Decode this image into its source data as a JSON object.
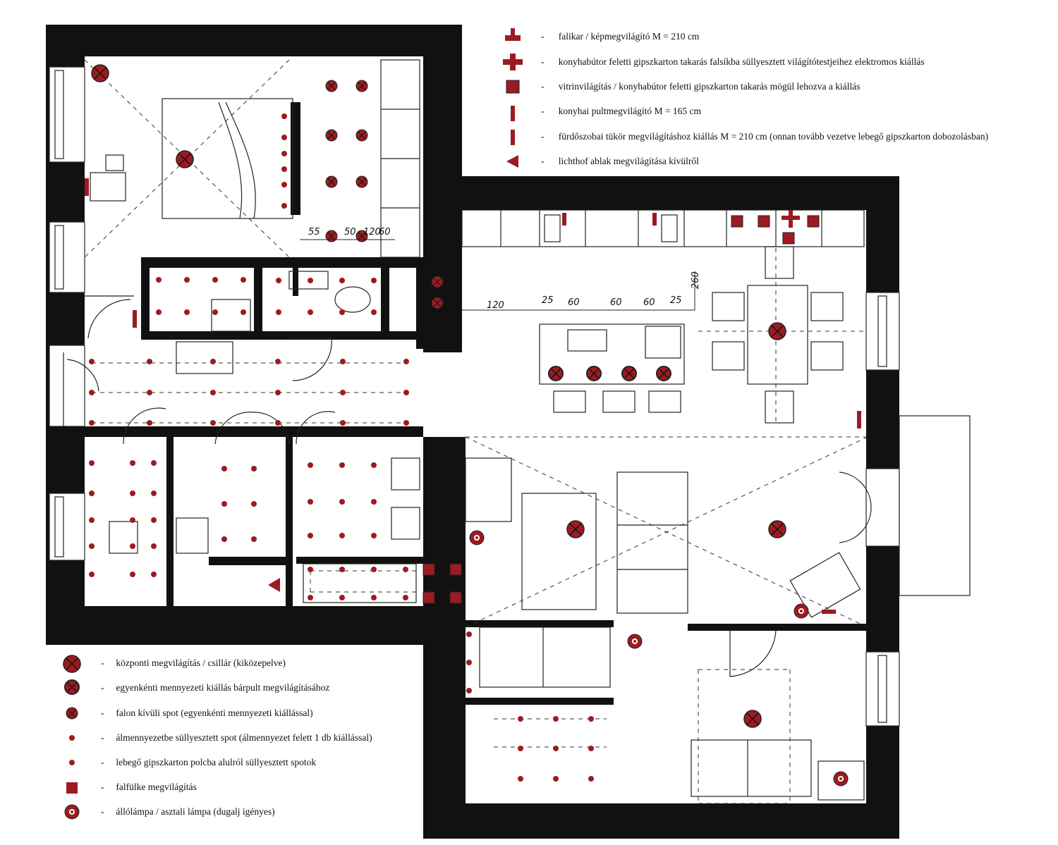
{
  "legend_top": [
    {
      "symbol": "wall-lamp-symbol",
      "text": "falikar / képmegvilágító    M = 210 cm"
    },
    {
      "symbol": "cross-outlet-symbol",
      "text": "konyhabútor feletti gipszkarton takarás falsíkba süllyesztett világítótestjeihez elektromos kiállás"
    },
    {
      "symbol": "boxed-x-symbol",
      "text": "vitrinvilágítás / konyhabútor feletti gipszkarton takarás mögül lehozva a kiállás"
    },
    {
      "symbol": "counter-light-symbol",
      "text": "konyhai pultmegvilágító    M = 165 cm"
    },
    {
      "symbol": "mirror-light-symbol",
      "text": "fürdőszobai tükör megvilágításhoz kiállás    M = 210 cm (onnan tovább vezetve lebegő gipszkarton dobozolásban)"
    },
    {
      "symbol": "triangle-symbol",
      "text": "lichthof ablak megvilágítása kívülről"
    }
  ],
  "legend_bottom": [
    {
      "symbol": "chandelier-symbol",
      "text": "központi megvilágítás / csillár (kiközepelve)"
    },
    {
      "symbol": "bar-light-symbol",
      "text": "egyenkénti mennyezeti kiállás bárpult megvilágításához"
    },
    {
      "symbol": "surface-spot-symbol",
      "text": "falon kívüli spot (egyenkénti mennyezeti kiállással)"
    },
    {
      "symbol": "recessed-spot-symbol",
      "text": "álmennyezetbe süllyesztett spot (álmennyezet felett 1 db kiállással)"
    },
    {
      "symbol": "shelf-spot-symbol",
      "text": "lebegő gipszkarton polcba alulról süllyesztett spotok"
    },
    {
      "symbol": "niche-light-symbol",
      "text": "falfülke megvilágítás"
    },
    {
      "symbol": "floor-lamp-symbol",
      "text": "állólámpa / asztali lámpa (dugalj igényes)"
    }
  ],
  "dimensions": {
    "bedroom": [
      "55",
      "50",
      "120",
      "60"
    ],
    "kitchen": [
      "120",
      "25",
      "60",
      "60",
      "60",
      "25"
    ],
    "kitchen_vertical": "260"
  },
  "colors": {
    "wall": "#111111",
    "accent": "#9c1b22",
    "line": "#222222"
  }
}
